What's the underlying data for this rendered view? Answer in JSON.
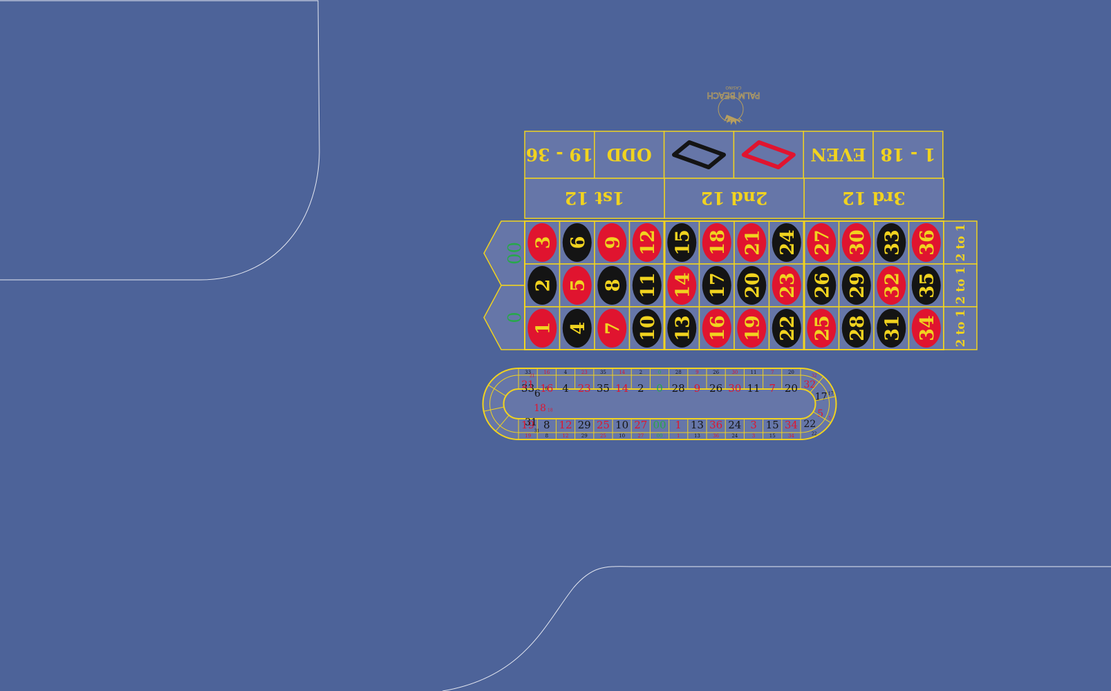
{
  "colors": {
    "felt": "#4d6399",
    "cell": "#6676a8",
    "border": "#f1d31f",
    "red": "#e0142f",
    "black": "#141414",
    "number_text": "#f1d31f",
    "zero_text": "#27a84a",
    "felt_line": "#e6e9f2",
    "logo": "#b89f5e"
  },
  "logo": {
    "line1": "PALM BEACH",
    "line2": "CASINO"
  },
  "outside_bets": [
    "19 - 36",
    "ODD",
    "BLACK",
    "RED",
    "EVEN",
    "1 - 18"
  ],
  "dozens": [
    "3rd 12",
    "2nd 12",
    "1st 12"
  ],
  "column_bets": [
    "2 to 1",
    "2 to 1",
    "2 to 1"
  ],
  "zeros": [
    "00",
    "0"
  ],
  "grid": {
    "rows": [
      [
        3,
        6,
        9,
        12,
        15,
        18,
        21,
        24,
        27,
        30,
        33,
        36
      ],
      [
        2,
        5,
        8,
        11,
        14,
        17,
        20,
        23,
        26,
        29,
        32,
        35
      ],
      [
        1,
        4,
        7,
        10,
        13,
        16,
        19,
        22,
        25,
        28,
        31,
        34
      ]
    ],
    "red_numbers": [
      1,
      3,
      5,
      7,
      9,
      12,
      14,
      16,
      18,
      19,
      21,
      23,
      25,
      27,
      30,
      32,
      34,
      36
    ]
  },
  "racetrack": {
    "top": [
      "21",
      "33",
      "16",
      "4",
      "23",
      "35",
      "14",
      "2",
      "0",
      "28",
      "9",
      "26",
      "30",
      "11",
      "7",
      "20",
      "32"
    ],
    "right": [
      "17",
      "5"
    ],
    "bottom": [
      "19",
      "8",
      "12",
      "29",
      "25",
      "10",
      "27",
      "00",
      "1",
      "13",
      "36",
      "24",
      "3",
      "15",
      "34",
      "22"
    ],
    "left": [
      "6",
      "18",
      "31"
    ]
  }
}
